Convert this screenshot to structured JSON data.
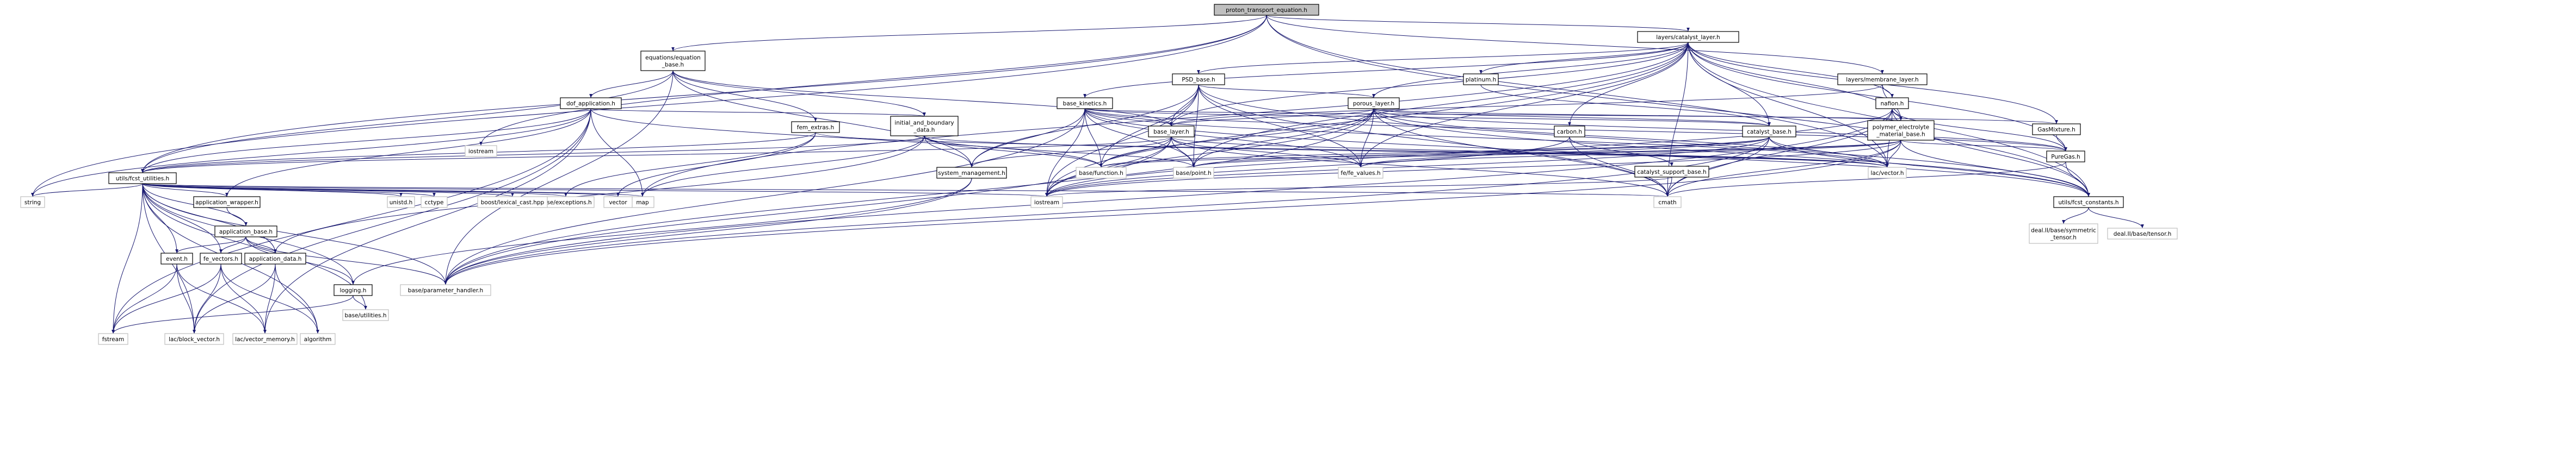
{
  "colors": {
    "edge": "#191970",
    "node_border_normal": "#000000",
    "node_border_truncated": "#ff0000",
    "node_border_system": "#bfbfbf",
    "root_fill": "#bfbfbf",
    "node_fill": "#ffffff",
    "background": "#ffffff"
  },
  "nodes": {
    "n_root": "proton_transport_equation.h",
    "n_catalyst": "layers/catalyst_layer.h",
    "n_eqbase": [
      "equations/equation",
      "_base.h"
    ],
    "n_pso": "PSD_base.h",
    "n_platinum": "platinum.h",
    "n_membrane": "layers/membrane_layer.h",
    "n_dof": "dof_application.h",
    "n_iostream_l": "iostream",
    "n_basekin": "base_kinetics.h",
    "n_porous": "porous_layer.h",
    "n_nafion": "nafion.h",
    "n_fem": "fem_extras.h",
    "n_initial": [
      "initial_and_boundary",
      "_data.h"
    ],
    "n_baselayer": "base_layer.h",
    "n_carbon": "carbon.h",
    "n_catbase": "catalyst_base.h",
    "n_polymer": [
      "polymer_electrolyte",
      "_material_base.h"
    ],
    "n_gasmix": "GasMixture.h",
    "n_puregas": "PureGas.h",
    "n_sysmgmt": "system_management.h",
    "n_catsupport": "catalyst_support_base.h",
    "n_fcst": "utils/fcst_utilities.h",
    "n_basefunc": "base/function.h",
    "n_basepoint": "base/point.h",
    "n_fefunc": "fe/fe_values.h",
    "n_lacvector": "lac/vector.h",
    "n_cmath": "cmath",
    "n_fcstconst": "utils/fcst_constants.h",
    "n_iostream": "iostream",
    "n_map": "map",
    "n_vector": "vector",
    "n_baseexc": "base/exceptions.h",
    "n_boost": "boost/lexical_cast.hpp",
    "n_cctype": "cctype",
    "n_unistd": "unistd.h",
    "n_string": "string",
    "n_appwrap": "application_wrapper.h",
    "n_appbase": "application_base.h",
    "n_event": "event.h",
    "n_fevectors": "fe_vectors.h",
    "n_appdata": "application_data.h",
    "n_logging": "logging.h",
    "n_paramhandler": "base/parameter_handler.h",
    "n_fstream": "fstream",
    "n_blockvec": "lac/block_vector.h",
    "n_vecmem": "lac/vector_memory.h",
    "n_algorithm": "algorithm",
    "n_utilities": "base/utilities.h",
    "n_symtensor": [
      "deal.II/base/symmetric",
      "_tensor.h"
    ],
    "n_tensor": "deal.II/base/tensor.h"
  }
}
